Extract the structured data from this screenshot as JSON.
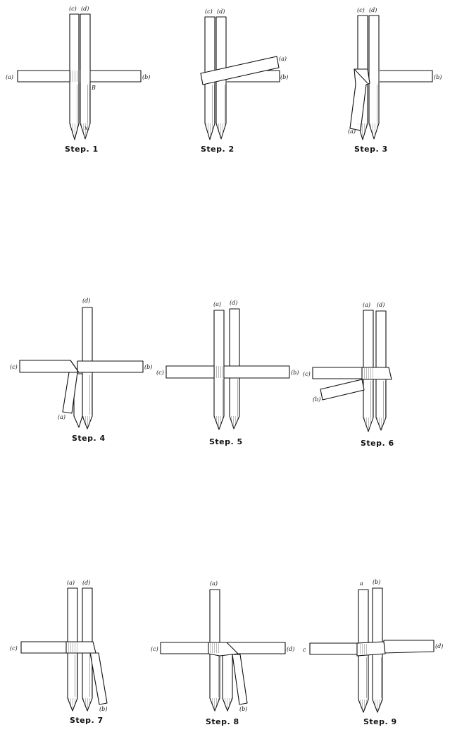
{
  "figure": {
    "steps": [
      {
        "caption": "Step. 1",
        "labels": [
          "(c)",
          "(d)",
          "(a)",
          "(b)",
          "B",
          "x"
        ]
      },
      {
        "caption": "Step. 2",
        "labels": [
          "(c)",
          "(d)",
          "(a)",
          "(b)"
        ]
      },
      {
        "caption": "Step. 3",
        "labels": [
          "(c)",
          "(d)",
          "(b)",
          "(a)"
        ]
      },
      {
        "caption": "Step. 4",
        "labels": [
          "(d)",
          "(c)",
          "(b)",
          "(a)"
        ]
      },
      {
        "caption": "Step. 5",
        "labels": [
          "(a)",
          "(d)",
          "(c)",
          "(b)"
        ]
      },
      {
        "caption": "Step. 6",
        "labels": [
          "(a)",
          "(d)",
          "(c)",
          "(b)"
        ]
      },
      {
        "caption": "Step. 7",
        "labels": [
          "(a)",
          "(d)",
          "(c)",
          "(b)"
        ]
      },
      {
        "caption": "Step. 8",
        "labels": [
          "(a)",
          "(c)",
          "(d)",
          "(b)"
        ]
      },
      {
        "caption": "Step. 9",
        "labels": [
          "a",
          "(b)",
          "c",
          "(d)"
        ]
      }
    ]
  }
}
